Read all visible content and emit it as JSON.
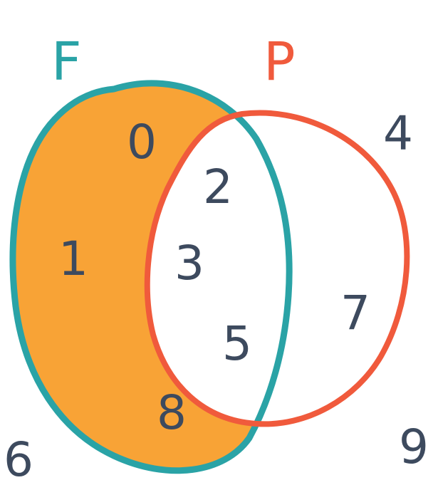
{
  "sets": [
    {
      "id": "F",
      "label": "F",
      "color": "#2aa3a6",
      "fill": "#f8a336"
    },
    {
      "id": "P",
      "label": "P",
      "color": "#f05a3c"
    }
  ],
  "regions": {
    "only_F": [
      "0",
      "1",
      "8"
    ],
    "F_and_P": [
      "2",
      "3",
      "5"
    ],
    "only_P": [
      "7"
    ],
    "outside": [
      "4",
      "6",
      "9"
    ]
  },
  "numbers": {
    "n0": "0",
    "n1": "1",
    "n2": "2",
    "n3": "3",
    "n4": "4",
    "n5": "5",
    "n6": "6",
    "n7": "7",
    "n8": "8",
    "n9": "9"
  },
  "colors": {
    "background": "#ffffff",
    "digits": "#3d4a5e",
    "f_outline": "#2aa3a6",
    "f_fill": "#f8a336",
    "p_outline": "#f05a3c"
  }
}
